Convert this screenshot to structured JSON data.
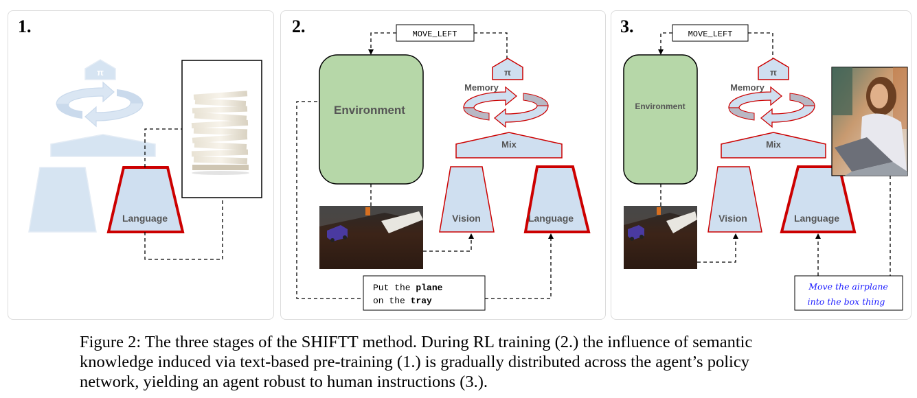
{
  "panels": [
    {
      "number": "1.",
      "language_label": "Language"
    },
    {
      "number": "2.",
      "environment_label": "Environment",
      "action_label": "MOVE_LEFT",
      "memory_label": "Memory",
      "mix_label": "Mix",
      "vision_label": "Vision",
      "language_label": "Language",
      "instruction_line1_prefix": "Put the ",
      "instruction_line1_bold": "plane",
      "instruction_line2_prefix": "on the ",
      "instruction_line2_bold": "tray"
    },
    {
      "number": "3.",
      "environment_label": "Environment",
      "action_label": "MOVE_LEFT",
      "memory_label": "Memory",
      "mix_label": "Mix",
      "vision_label": "Vision",
      "language_label": "Language",
      "instruction_line1": "Move the airplane",
      "instruction_line2": "into the box thing"
    }
  ],
  "policy_symbol": "π",
  "caption": {
    "line1": "Figure 2:  The three stages of the SHIFTT method. During RL training (2.) the influence of semantic",
    "line2": "knowledge induced via text-based pre-training (1.) is gradually distributed across the agent’s policy",
    "line3": "network, yielding an agent robust to human instructions (3.)."
  },
  "colors": {
    "module_fill": "#cfdff0",
    "module_faded": "#d6e4f2",
    "highlight_red": "#cc0000",
    "environment_green": "#b6d7a8",
    "handwriting_blue": "#1a1aff"
  },
  "icons": [
    "paper-stack-image",
    "environment-render-image",
    "person-laptop-image",
    "memory-loop-icon"
  ]
}
